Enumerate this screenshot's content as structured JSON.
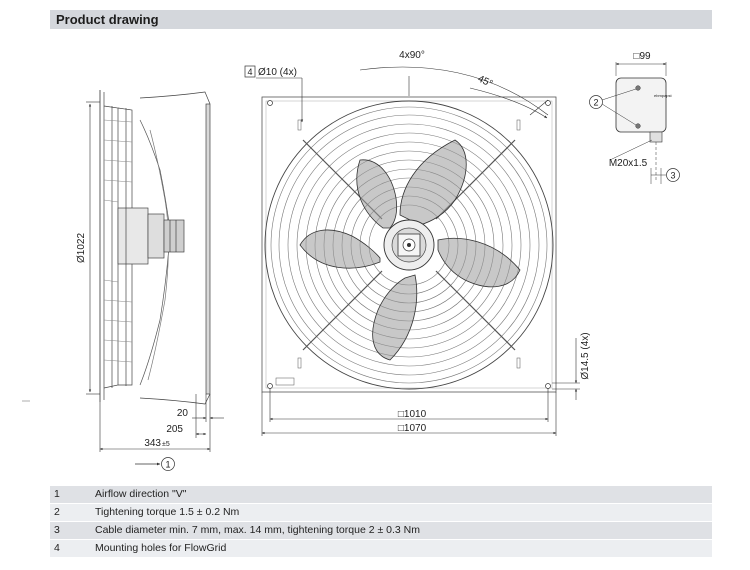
{
  "header": {
    "title": "Product drawing"
  },
  "dims": {
    "diameter": "Ø1022",
    "d20": "20",
    "d205": "205",
    "d343": "343",
    "d343_tol": "±5",
    "holes": "Ø10 (4x)",
    "angle_4x90": "4x90°",
    "angle_45": "45°",
    "w1010": "□1010",
    "w1070": "□1070",
    "hole145": "Ø14.5 (4x)",
    "box99": "□99",
    "gland": "M20x1.5",
    "box_brand": "ebmpapst"
  },
  "callouts": {
    "c1": "1",
    "c2": "2",
    "c3": "3",
    "c4": "4"
  },
  "legend": [
    {
      "num": "1",
      "text": "Airflow direction \"V\""
    },
    {
      "num": "2",
      "text": "Tightening torque 1.5 ± 0.2 Nm"
    },
    {
      "num": "3",
      "text": "Cable diameter min. 7 mm, max. 14 mm, tightening torque 2 ± 0.3 Nm"
    },
    {
      "num": "4",
      "text": "Mounting holes for FlowGrid"
    }
  ]
}
